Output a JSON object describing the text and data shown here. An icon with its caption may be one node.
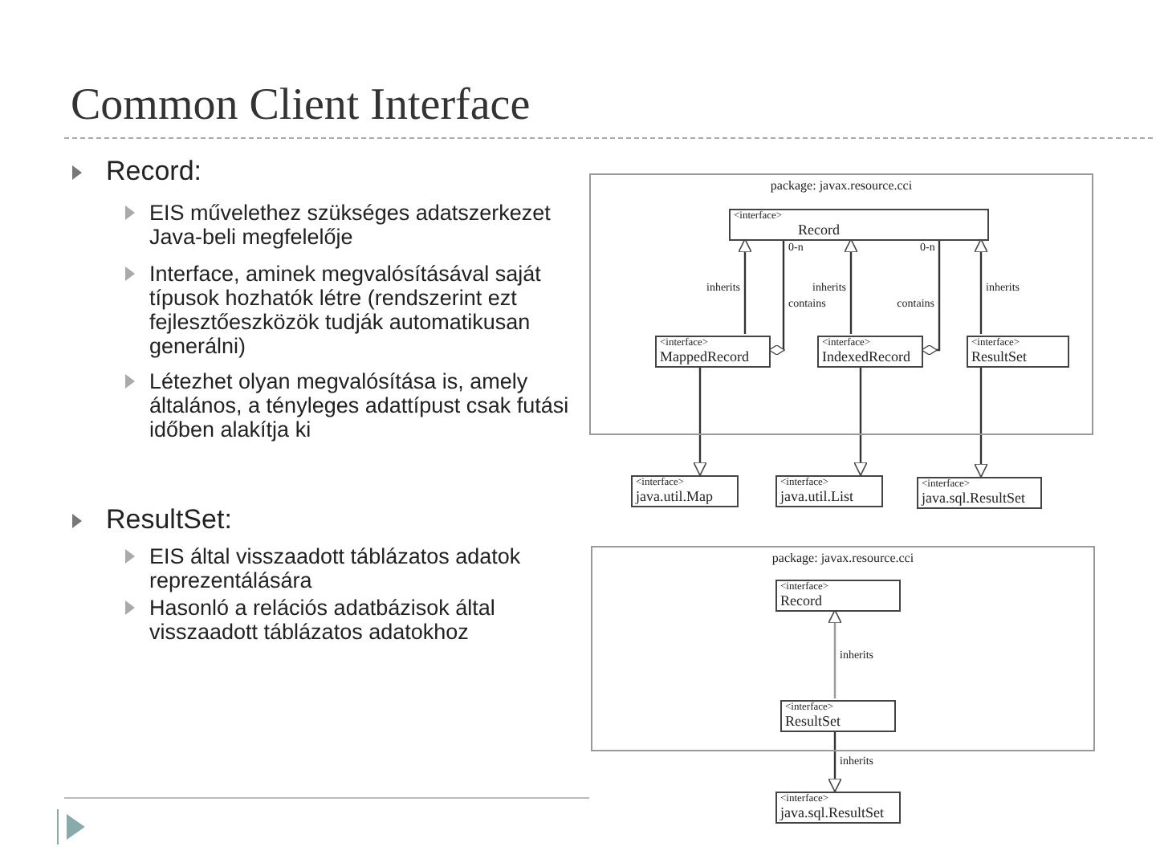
{
  "diagram": {
    "title": "Common Client Interface",
    "nodes": [
      {
        "text": [
          "package: javax.resource.cci"
        ]
      },
      {
        "text": [
          "<interface>",
          "Record"
        ],
        "in": 0
      },
      {
        "text": [
          "<interface>",
          "MappedRecord"
        ],
        "in": 0
      },
      {
        "text": [
          "<interface>",
          "IndexedRecord"
        ],
        "in": 0
      },
      {
        "text": [
          "<interface>",
          "ResultSet"
        ],
        "in": 0
      },
      {
        "text": [
          "<interface>",
          "java.util.Map"
        ]
      },
      {
        "text": [
          "<interface>",
          "java.util.List"
        ]
      },
      {
        "text": [
          "<interface>",
          "java.sql.ResultSet"
        ]
      },
      {
        "text": [
          "package: javax.resource.cci"
        ]
      },
      {
        "text": [
          "<interface>",
          "Record"
        ],
        "in": 8
      },
      {
        "text": [
          "<interface>",
          "ResultSet"
        ],
        "in": 8
      },
      {
        "text": [
          "<interface>",
          "java.sql.ResultSet"
        ]
      }
    ],
    "edges": [
      {
        "from": 2,
        "to": 1,
        "arrow": "to",
        "label": "inherits"
      },
      {
        "from": 2,
        "to": 1,
        "arrow": "other",
        "label": "contains"
      },
      {
        "from": 3,
        "to": 1,
        "arrow": "to",
        "label": "inherits"
      },
      {
        "from": 3,
        "to": 1,
        "arrow": "other",
        "label": "contains"
      },
      {
        "from": 4,
        "to": 1,
        "arrow": "to",
        "label": "inherits"
      },
      {
        "from": 2,
        "to": 5,
        "arrow": "to"
      },
      {
        "from": 3,
        "to": 6,
        "arrow": "to"
      },
      {
        "from": 4,
        "to": 7,
        "arrow": "to"
      },
      {
        "from": 10,
        "to": 9,
        "arrow": "to",
        "label": "inherits",
        "color": "#999999"
      },
      {
        "from": 10,
        "to": 11,
        "arrow": "to",
        "label": "inherits"
      }
    ],
    "labels": [
      "Record:",
      "EIS művelethez szükséges adatszerkezet Java-beli megfelelője",
      "Interface, aminek megvalósításával saját típusok hozhatók létre (rendszerint ezt fejlesztőeszközök tudják automatikusan generálni)",
      "Létezhet olyan megvalósítása is, amely általános, a tényleges adattípust csak futási időben alakítja ki",
      "ResultSet:",
      "EIS által visszaadott táblázatos adatok reprezentálására",
      "Hasonló a relációs adatbázisok által visszaadott táblázatos adatokhoz",
      "0-n",
      "0-n"
    ]
  }
}
